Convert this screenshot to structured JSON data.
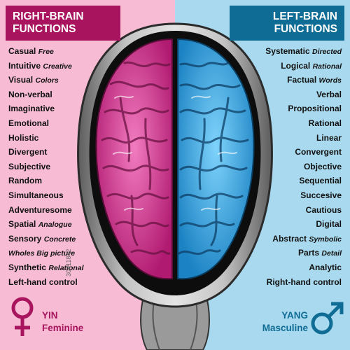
{
  "right_brain": {
    "title_line1": "RIGHT-BRAIN",
    "title_line2": "FUNCTIONS",
    "items": [
      {
        "main": "Casual",
        "sub": "Free"
      },
      {
        "main": "Intuitive",
        "sub": "Creative"
      },
      {
        "main": "Visual",
        "sub": "Colors"
      },
      {
        "main": "Non-verbal",
        "sub": ""
      },
      {
        "main": "Imaginative",
        "sub": ""
      },
      {
        "main": "Emotional",
        "sub": ""
      },
      {
        "main": "Holistic",
        "sub": ""
      },
      {
        "main": "Divergent",
        "sub": ""
      },
      {
        "main": "Subjective",
        "sub": ""
      },
      {
        "main": "Random",
        "sub": ""
      },
      {
        "main": "Simultaneous",
        "sub": ""
      },
      {
        "main": "Adventuresome",
        "sub": ""
      },
      {
        "main": "Spatial",
        "sub": "Analogue"
      },
      {
        "main": "Sensory",
        "sub": "Concrete"
      },
      {
        "main": "",
        "sub": "Wholes Big picture"
      },
      {
        "main": "Synthetic",
        "sub": "Relational"
      },
      {
        "main": "Left-hand control",
        "sub": ""
      }
    ],
    "gender_word1": "YIN",
    "gender_word2": "Feminine",
    "gender_symbol": "female-symbol-icon",
    "color": "#a8145e"
  },
  "left_brain": {
    "title_line1": "LEFT-BRAIN",
    "title_line2": "FUNCTIONS",
    "items": [
      {
        "main": "Systematic",
        "sub": "Directed"
      },
      {
        "main": "Logical",
        "sub": "Rational"
      },
      {
        "main": "Factual",
        "sub": "Words"
      },
      {
        "main": "Verbal",
        "sub": ""
      },
      {
        "main": "Propositional",
        "sub": ""
      },
      {
        "main": "Rational",
        "sub": ""
      },
      {
        "main": "Linear",
        "sub": ""
      },
      {
        "main": "Convergent",
        "sub": ""
      },
      {
        "main": "Objective",
        "sub": ""
      },
      {
        "main": "Sequential",
        "sub": ""
      },
      {
        "main": "Succesive",
        "sub": ""
      },
      {
        "main": "Cautious",
        "sub": ""
      },
      {
        "main": "Digital",
        "sub": ""
      },
      {
        "main": "Abstract",
        "sub": "Symbolic"
      },
      {
        "main": "Parts",
        "sub": "Detail"
      },
      {
        "main": "Analytic",
        "sub": ""
      },
      {
        "main": "Right-hand control",
        "sub": ""
      }
    ],
    "gender_word1": "YANG",
    "gender_word2": "Masculine",
    "gender_symbol": "male-symbol-icon",
    "color": "#0f6c95"
  },
  "watermark": "30411842",
  "colors": {
    "pink_background": "#f7bcd3",
    "blue_background": "#a9d9ee",
    "pink_brain": "#e0409a",
    "blue_brain": "#3ab0ea"
  }
}
